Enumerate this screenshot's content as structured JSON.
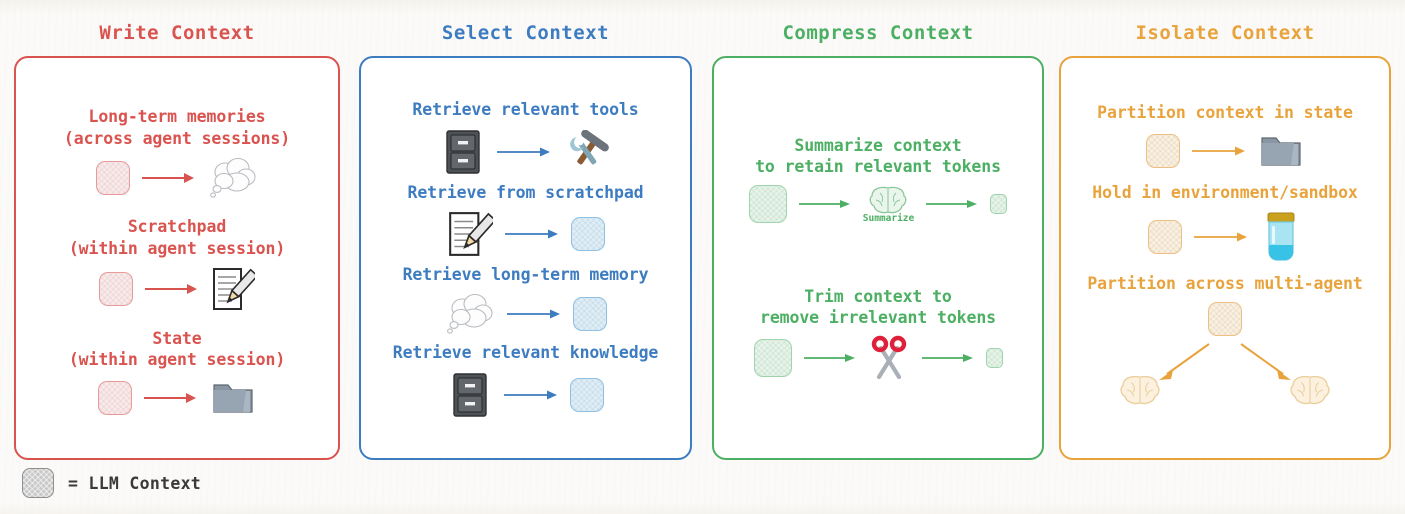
{
  "legend": {
    "text": "=  LLM Context",
    "swatch_name": "llm-context-swatch"
  },
  "colors": {
    "write": "#d9534f",
    "select": "#3d7cc0",
    "compress": "#4caf63",
    "isolate": "#e8a33d",
    "background": "#fbfaf8",
    "panel": "#ffffff",
    "legend_text": "#3a3a3a"
  },
  "columns": [
    {
      "id": "write",
      "title": "Write Context",
      "items": [
        {
          "label": "Long-term memories\n(across agent sessions)",
          "flow": [
            "context-square",
            "arrow",
            "thought-cloud-icon"
          ]
        },
        {
          "label": "Scratchpad\n(within agent session)",
          "flow": [
            "context-square",
            "arrow",
            "memo-pencil-icon"
          ]
        },
        {
          "label": "State\n(within agent session)",
          "flow": [
            "context-square",
            "arrow",
            "folder-icon"
          ]
        }
      ]
    },
    {
      "id": "select",
      "title": "Select Context",
      "items": [
        {
          "label": "Retrieve relevant tools",
          "flow": [
            "file-cabinet-icon",
            "arrow",
            "hammer-wrench-icon"
          ]
        },
        {
          "label": "Retrieve from scratchpad",
          "flow": [
            "memo-pencil-icon",
            "arrow",
            "context-square"
          ]
        },
        {
          "label": "Retrieve long-term memory",
          "flow": [
            "thought-cloud-icon",
            "arrow",
            "context-square"
          ]
        },
        {
          "label": "Retrieve relevant knowledge",
          "flow": [
            "file-cabinet-icon",
            "arrow",
            "context-square"
          ]
        }
      ]
    },
    {
      "id": "compress",
      "title": "Compress Context",
      "items": [
        {
          "label": "Summarize context\nto retain relevant tokens",
          "caption": "Summarize",
          "flow": [
            "context-square-large",
            "arrow",
            "brain-icon",
            "arrow",
            "context-square-small"
          ]
        },
        {
          "label": "Trim context to\nremove irrelevant tokens",
          "flow": [
            "context-square-large",
            "arrow",
            "scissors-icon",
            "arrow",
            "context-square-small"
          ]
        }
      ]
    },
    {
      "id": "isolate",
      "title": "Isolate Context",
      "items": [
        {
          "label": "Partition context in state",
          "flow": [
            "context-square",
            "arrow",
            "folder-icon"
          ]
        },
        {
          "label": "Hold in environment/sandbox",
          "flow": [
            "context-square",
            "arrow",
            "jar-icon"
          ]
        },
        {
          "label": "Partition across multi-agent",
          "flow": [
            "context-square",
            "branch-arrows",
            "brain-icon",
            "brain-icon"
          ]
        }
      ]
    }
  ]
}
